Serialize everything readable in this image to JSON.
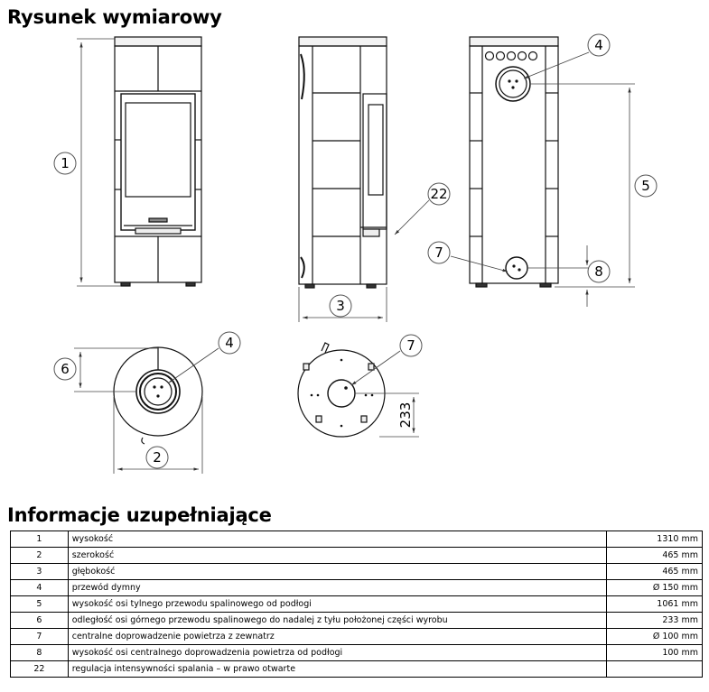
{
  "title": "Rysunek wymiarowy",
  "subtitle": "Informacje uzupełniające",
  "drawing": {
    "callouts": {
      "c1": "1",
      "c2": "2",
      "c3": "3",
      "c4a": "4",
      "c4b": "4",
      "c5": "5",
      "c6": "6",
      "c7a": "7",
      "c7b": "7",
      "c8": "8",
      "c22": "22"
    },
    "dim_233": "233"
  },
  "table": [
    {
      "num": "1",
      "desc": "wysokość",
      "value": "1310 mm"
    },
    {
      "num": "2",
      "desc": "szerokość",
      "value": "465 mm"
    },
    {
      "num": "3",
      "desc": "głębokość",
      "value": "465 mm"
    },
    {
      "num": "4",
      "desc": "przewód dymny",
      "value": "Ø 150 mm"
    },
    {
      "num": "5",
      "desc": "wysokość osi tylnego przewodu spalinowego od podłogi",
      "value": "1061 mm"
    },
    {
      "num": "6",
      "desc": "odległość osi górnego przewodu spalinowego do nadalej z tyłu położonej części wyrobu",
      "value": "233 mm"
    },
    {
      "num": "7",
      "desc": "centralne doprowadzenie powietrza z zewnatrz",
      "value": "Ø 100 mm"
    },
    {
      "num": "8",
      "desc": "wysokość osi centralnego doprowadzenia powietrza od podłogi",
      "value": "100 mm"
    },
    {
      "num": "22",
      "desc": "regulacja intensywności spalania – w prawo otwarte",
      "value": ""
    }
  ]
}
